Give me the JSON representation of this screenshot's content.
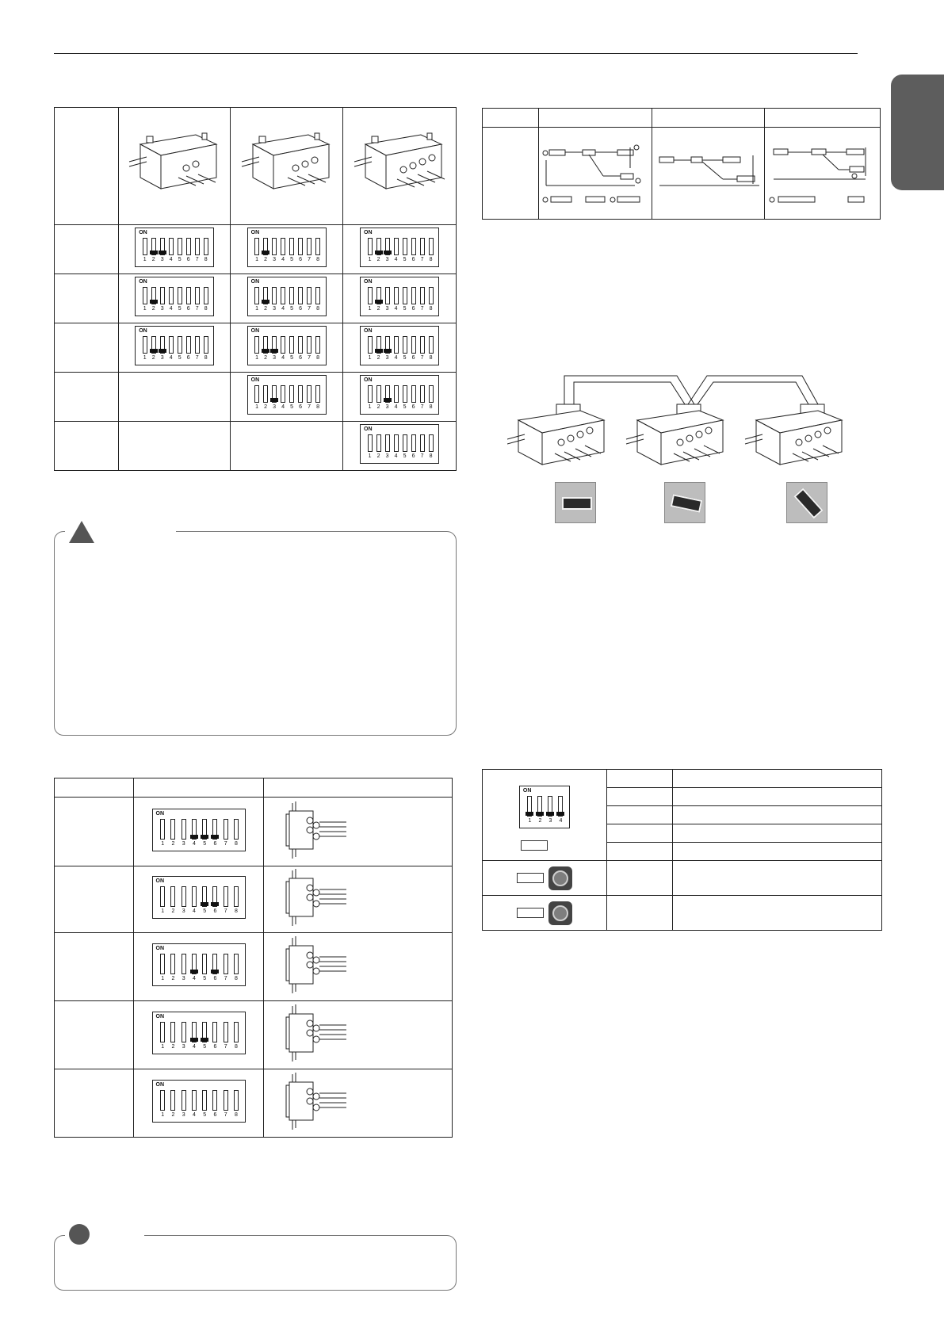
{
  "page": {
    "header_rule": true,
    "side_tab_color": "#5d5d5d"
  },
  "dip_table_1": {
    "rows": [
      [
        "",
        "",
        ""
      ],
      [
        [
          2,
          3
        ],
        [
          2
        ],
        [
          2,
          3
        ]
      ],
      [
        [
          2
        ],
        [
          2
        ],
        [
          2
        ]
      ],
      [
        [
          2,
          3
        ],
        [
          2,
          3
        ],
        [
          2,
          3
        ]
      ],
      [
        null,
        [
          3
        ],
        [
          3
        ]
      ],
      [
        null,
        null,
        []
      ]
    ],
    "on_label": "ON",
    "numbers": [
      "1",
      "2",
      "3",
      "4",
      "5",
      "6",
      "7",
      "8"
    ]
  },
  "dip_table_2": {
    "rows": [
      [
        4,
        5,
        6
      ],
      [
        5,
        6
      ],
      [
        4,
        6
      ],
      [
        4,
        5
      ],
      []
    ],
    "on_label": "ON",
    "numbers": [
      "1",
      "2",
      "3",
      "4",
      "5",
      "6",
      "7",
      "8"
    ]
  },
  "dip_4": {
    "on_label": "ON",
    "numbers": [
      "1",
      "2",
      "3",
      "4"
    ]
  },
  "icons": {
    "caution": "warning-triangle-icon",
    "note": "note-circle-icon"
  }
}
